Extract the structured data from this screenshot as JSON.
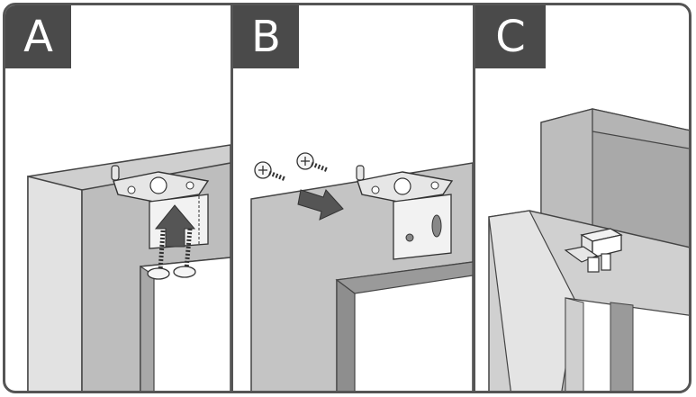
{
  "panels": [
    {
      "id": "A",
      "label": "A"
    },
    {
      "id": "B",
      "label": "B"
    },
    {
      "id": "C",
      "label": "C"
    }
  ],
  "colors": {
    "frame_border": "#555555",
    "label_bg": "#4a4a4a",
    "label_text": "#ffffff",
    "wall_light": "#d4d4d4",
    "wall_mid": "#bdbdbd",
    "wall_dark": "#9e9e9e",
    "bracket": "#e6e6e6",
    "arrow": "#555555"
  },
  "icons": [
    "screw-icon",
    "arrow-up-icon",
    "arrow-right-icon",
    "bracket-icon",
    "clip-icon"
  ]
}
